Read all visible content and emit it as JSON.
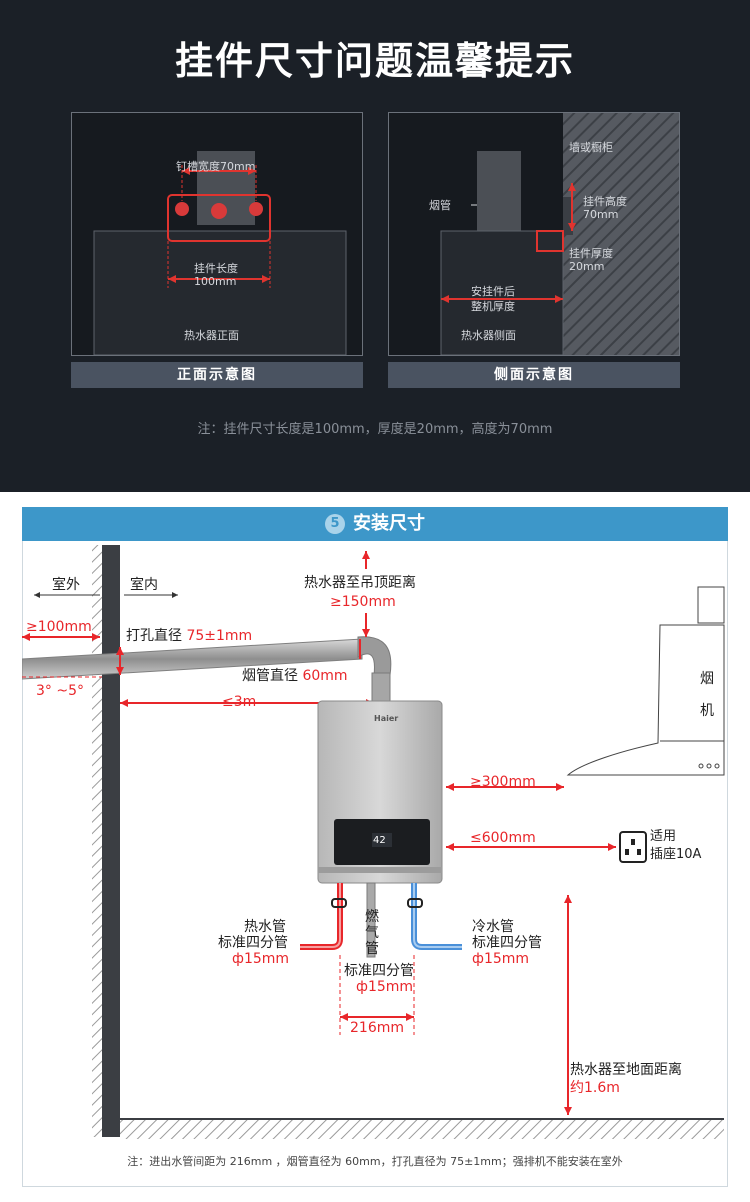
{
  "top_section": {
    "title": "挂件尺寸问题温馨提示",
    "front": {
      "slot_width": "钉槽宽度70mm",
      "hanger_length_label": "挂件长度",
      "hanger_length_value": "100mm",
      "caption": "热水器正面",
      "bar": "正面示意图"
    },
    "side": {
      "wall_label": "墙或橱柜",
      "flue_label": "烟管",
      "height_label": "挂件高度",
      "height_value": "70mm",
      "thickness_label": "挂件厚度",
      "thickness_value": "20mm",
      "after_label_1": "安挂件后",
      "after_label_2": "整机厚度",
      "caption": "热水器侧面",
      "bar": "侧面示意图"
    },
    "note": "注：挂件尺寸长度是100mm，厚度是20mm，高度为70mm"
  },
  "install": {
    "step": "5",
    "title": "安装尺寸",
    "outdoor": "室外",
    "indoor": "室内",
    "outside_len": "≥100mm",
    "hole_label": "打孔直径",
    "hole_value": "75±1mm",
    "angle": "3° ~5°",
    "flue_label": "烟管直径",
    "flue_value": "60mm",
    "pipe_len": "≤3m",
    "ceiling_label": "热水器至吊顶距离",
    "ceiling_value": "≥150mm",
    "brand": "Haier",
    "display_value": "42",
    "hood_char1": "烟",
    "hood_char2": "机",
    "hood_dist": "≥300mm",
    "socket_dist": "≤600mm",
    "socket_label1": "适用",
    "socket_label2": "插座10A",
    "hot_label1": "热水管",
    "hot_label2": "标准四分管",
    "hot_label3": "ф15mm",
    "gas_label": "燃气管",
    "gas_std": "标准四分管",
    "gas_dia": "ф15mm",
    "cold_label1": "冷水管",
    "cold_label2": "标准四分管",
    "cold_label3": "ф15mm",
    "spacing": "216mm",
    "floor_label": "热水器至地面距离",
    "floor_value": "约1.6m",
    "note": "注：进出水管间距为 216mm ，烟管直径为 60mm，打孔直径为 75±1mm；强排机不能安装在室外"
  },
  "colors": {
    "accent_blue": "#3d97c9",
    "dim_red": "#e8262a",
    "hot_pipe": "#e8262a",
    "cold_pipe": "#4a90d9",
    "dark_bg": "#1b2027"
  }
}
